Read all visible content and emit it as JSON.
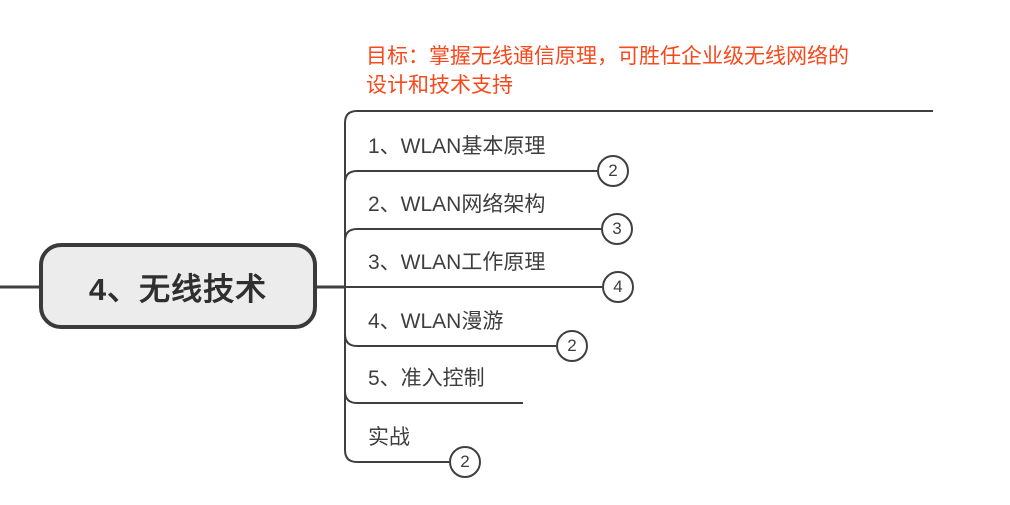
{
  "root": {
    "label": "4、无线技术"
  },
  "note": {
    "line1": "目标：掌握无线通信原理，可胜任企业级无线网络的",
    "line2": "设计和技术支持"
  },
  "branches": [
    {
      "label": "1、WLAN基本原理",
      "badge": "2"
    },
    {
      "label": "2、WLAN网络架构",
      "badge": "3"
    },
    {
      "label": "3、WLAN工作原理",
      "badge": "4"
    },
    {
      "label": "4、WLAN漫游",
      "badge": "2"
    },
    {
      "label": "5、准入控制",
      "badge": null
    },
    {
      "label": "实战",
      "badge": "2"
    }
  ],
  "colors": {
    "note_text": "#f8481c",
    "line": "#3f3f3f",
    "node_fill": "#ececec",
    "node_border": "#3a3a3a",
    "topic_text": "#3e3e3e",
    "badge_fill": "#ffffff"
  }
}
